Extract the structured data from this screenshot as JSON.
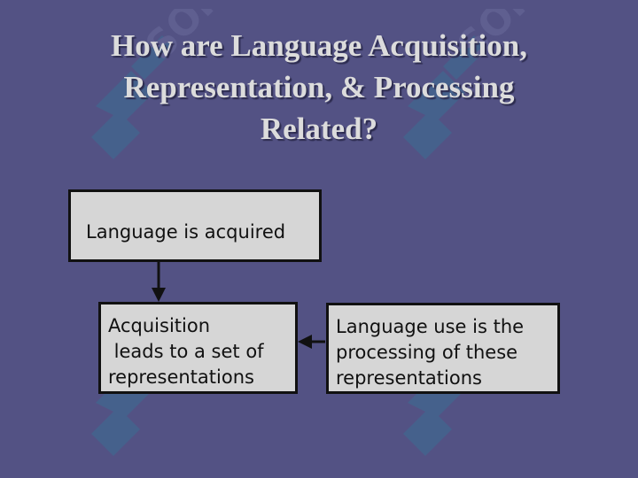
{
  "title": {
    "line1": "How are Language Acquisition,",
    "line2": "Representation, & Processing",
    "line3": "Related?"
  },
  "boxes": {
    "acquired": {
      "line1": "Language is acquired"
    },
    "representations": {
      "line1": "Acquisition",
      "line2": " leads to a set of",
      "line3": "representations"
    },
    "processing": {
      "line1": "Language use is the",
      "line2": "processing of these",
      "line3": "representations"
    }
  },
  "colors": {
    "background": "#535284",
    "box_fill": "#d6d6d6",
    "box_border": "#111111",
    "title_text": "#dcdcdc",
    "watermark": "#2f6f8f"
  },
  "watermark_icon": "logo-watermark-icon"
}
